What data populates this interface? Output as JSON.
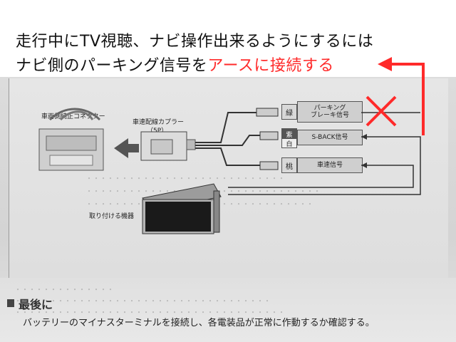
{
  "caption": {
    "line1": "走行中にTV視聴、ナビ操作出来るようにするには",
    "line2_plain": "ナビ側のパーキング信号を",
    "line2_highlight": "アースに接続する",
    "highlight_color": "#ff2a2a"
  },
  "diagram": {
    "left_connector_label": "車両側純正コネクター",
    "coupler_label": "車速配線カプラー",
    "coupler_sub": "（5P）",
    "device_label": "取り付ける機器",
    "wires": [
      {
        "color_label": "緑",
        "name_line1": "パーキング",
        "name_line2": "ブレーキ信号"
      },
      {
        "color_label_top": "紫",
        "color_label_bottom": "白",
        "name_line1": "S-BACK信号",
        "name_line2": ""
      },
      {
        "color_label": "桃",
        "name_line1": "車速信号",
        "name_line2": ""
      }
    ]
  },
  "section": {
    "heading": "最後に",
    "body": "バッテリーのマイナスターミナルを接続し、各電装品が正常に作動するか確認する。"
  },
  "annotation": {
    "mark": "cross-mark",
    "arrow": "red-arrow",
    "color": "#ff2a2a"
  }
}
